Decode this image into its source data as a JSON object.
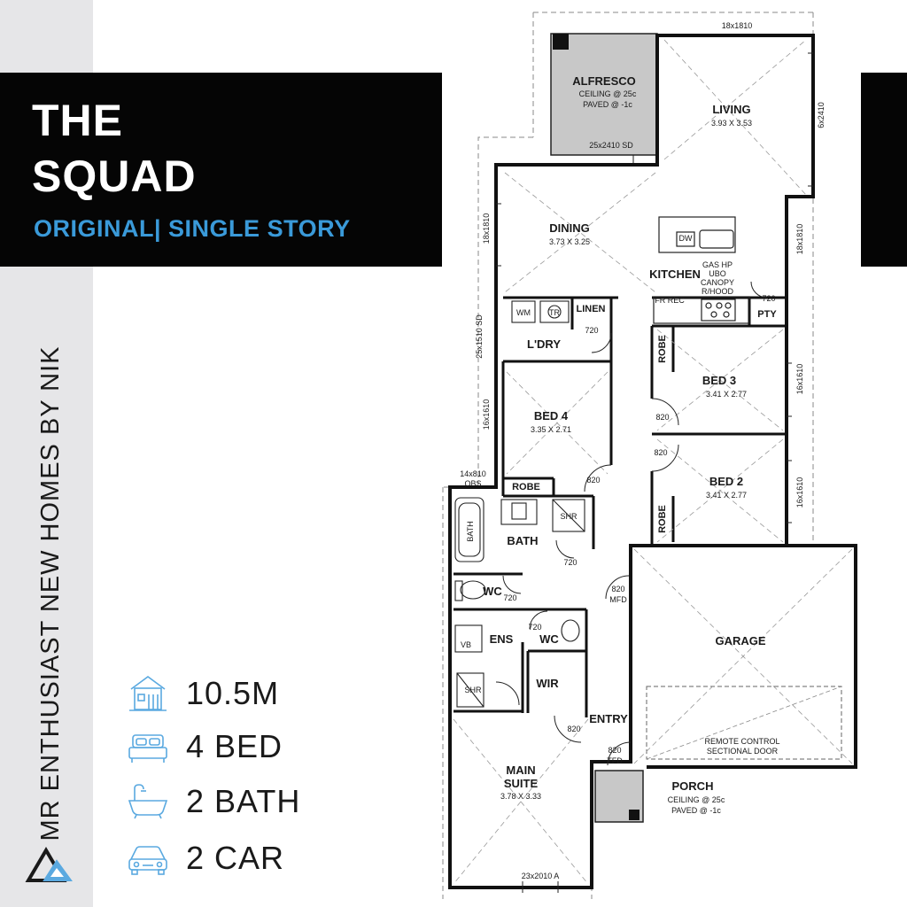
{
  "title": {
    "line1": "THE",
    "line2": "SQUAD",
    "subtitle": "ORIGINAL| SINGLE STORY"
  },
  "brand": {
    "side_text": "MR ENTHUSIAST NEW HOMES BY NIK",
    "logo_icon": "mountain-triangle-logo-icon"
  },
  "colors": {
    "black": "#050505",
    "accent_blue": "#3a9ad9",
    "side_strip": "#e6e6e8",
    "icon_blue": "#5aa9e0",
    "alfresco_fill": "#c8c8c8"
  },
  "specs": [
    {
      "icon": "house-width-icon",
      "label": "10.5M"
    },
    {
      "icon": "bed-icon",
      "label": "4 BED"
    },
    {
      "icon": "bathtub-icon",
      "label": "2 BATH"
    },
    {
      "icon": "car-icon",
      "label": "2 CAR"
    }
  ],
  "plan": {
    "rooms": {
      "alfresco": {
        "name": "ALFRESCO",
        "line1": "CEILING @ 25c",
        "line2": "PAVED @ -1c"
      },
      "living": {
        "name": "LIVING",
        "size": "3.93 X 3.53"
      },
      "dining": {
        "name": "DINING",
        "size": "3.73 X 3.25"
      },
      "kitchen": {
        "name": "KITCHEN",
        "notes": [
          "GAS HP",
          "UBO",
          "CANOPY",
          "R/HOOD"
        ]
      },
      "pty": {
        "name": "PTY"
      },
      "ldry": {
        "name": "L'DRY"
      },
      "linen": {
        "name": "LINEN"
      },
      "bed3": {
        "name": "BED 3",
        "size": "3.41 X 2.77"
      },
      "bed2": {
        "name": "BED 2",
        "size": "3.41 X 2.77"
      },
      "bed4": {
        "name": "BED 4",
        "size": "3.35 X 2.71"
      },
      "robe_bed4": {
        "name": "ROBE"
      },
      "robe_bed3": {
        "name": "ROBE"
      },
      "robe_bed2": {
        "name": "ROBE"
      },
      "bath": {
        "name": "BATH"
      },
      "wc1": {
        "name": "WC"
      },
      "ens": {
        "name": "ENS"
      },
      "wc2": {
        "name": "WC"
      },
      "wir": {
        "name": "WIR"
      },
      "entry": {
        "name": "ENTRY"
      },
      "garage": {
        "name": "GARAGE"
      },
      "main_suite": {
        "name": "MAIN",
        "name2": "SUITE",
        "size": "3.78 X 3.33"
      },
      "porch": {
        "name": "PORCH",
        "line1": "CEILING @ 25c",
        "line2": "PAVED @ -1c"
      }
    },
    "labels": {
      "wm": "WM",
      "tr": "TR",
      "dw": "DW",
      "fr_rec": "FR REC",
      "bath_tub": "BATH",
      "shr1": "SHR",
      "shr2": "SHR",
      "vb": "VB",
      "garage_door1": "REMOTE CONTROL",
      "garage_door2": "SECTIONAL DOOR",
      "mfd": "MFD",
      "tfd": "TFD",
      "obs": "OBS"
    },
    "dims": {
      "top": "18x1810",
      "alfresco_sd": "25x2410 SD",
      "living_right": "6x2410",
      "kitchen_right": "18x1810",
      "dining_left": "18x1810",
      "ldry_left": "25x1510 SD",
      "bed4_left": "16x1610",
      "bed3_right": "16x1610",
      "bed2_right": "16x1610",
      "obs_window": "14x810",
      "pty_door": "720",
      "ldry_door": "720",
      "bed3_door": "820",
      "bed2_door": "820",
      "bed4_door": "820",
      "bath_door": "720",
      "wc1_door": "720",
      "wc2_door": "720",
      "mfd_door": "820",
      "entry_door": "820",
      "front_door": "820",
      "main_window": "23x2010 A"
    }
  }
}
